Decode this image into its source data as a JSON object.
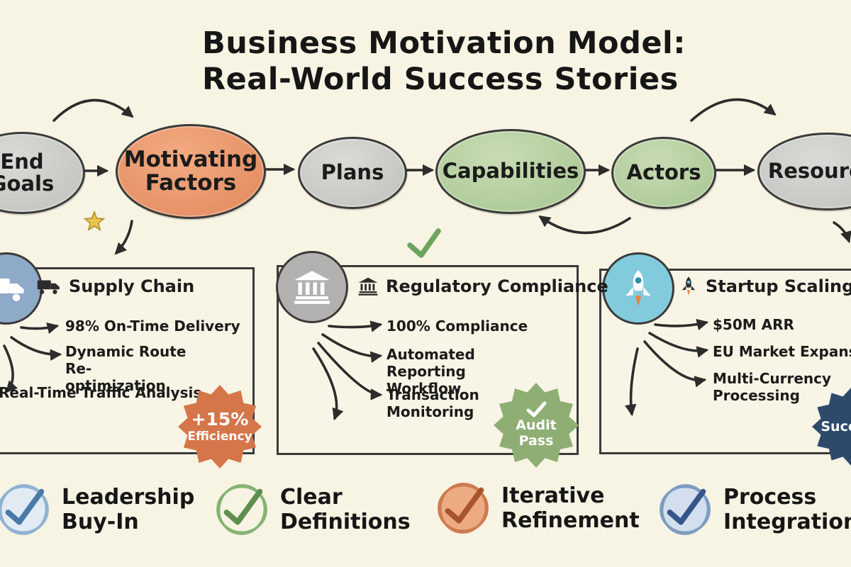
{
  "title": {
    "line1": "Business Motivation Model:",
    "line2": "Real-World Success Stories"
  },
  "colors": {
    "background": "#f8f4e4",
    "outline": "#3a3a3a",
    "node_gray": "#c9c9c6",
    "node_orange": "#ec9a70",
    "node_green": "#b7d0a2",
    "badge_orange": "#d4764a",
    "badge_green": "#8fae74",
    "badge_navy": "#2e4a6b"
  },
  "flow": {
    "nodes": [
      {
        "label": "End Goals",
        "color": "#c9c9c6"
      },
      {
        "label": "Motivating Factors",
        "color": "#ec9a70"
      },
      {
        "label": "Plans",
        "color": "#c9c9c6"
      },
      {
        "label": "Capabilities",
        "color": "#b7d0a2"
      },
      {
        "label": "Actors",
        "color": "#b7d0a2"
      },
      {
        "label": "Resources",
        "color": "#c9c9c6"
      }
    ]
  },
  "cards": [
    {
      "icon": "truck-icon",
      "title": "Supply Chain",
      "items": [
        "98% On-Time Delivery",
        "Dynamic Route Re-optimization",
        "Real-Time Traffic Analysis"
      ],
      "badge": {
        "line1": "+15%",
        "line2": "Efficiency",
        "color": "#d4764a"
      }
    },
    {
      "icon": "bank-icon",
      "title": "Regulatory Compliance",
      "items": [
        "100% Compliance",
        "Automated Reporting Workflow",
        "Transaction Monitoring"
      ],
      "badge": {
        "line1": "Audit",
        "line2": "Pass",
        "color": "#8fae74"
      }
    },
    {
      "icon": "rocket-icon",
      "title": "Startup Scaling",
      "items": [
        "$50M ARR",
        "EU Market Expansion",
        "Multi-Currency Processing"
      ],
      "badge": {
        "line1": "Success",
        "line2": "",
        "color": "#2e4a6b"
      }
    }
  ],
  "footer": [
    {
      "label_line1": "Leadership",
      "label_line2": "Buy-In",
      "check_color": "#4a7aa8"
    },
    {
      "label_line1": "Clear",
      "label_line2": "Definitions",
      "check_color": "#5e8f4e"
    },
    {
      "label_line1": "Iterative",
      "label_line2": "Refinement",
      "check_color": "#a8542e"
    },
    {
      "label_line1": "Process",
      "label_line2": "Integration",
      "check_color": "#35568a"
    }
  ]
}
